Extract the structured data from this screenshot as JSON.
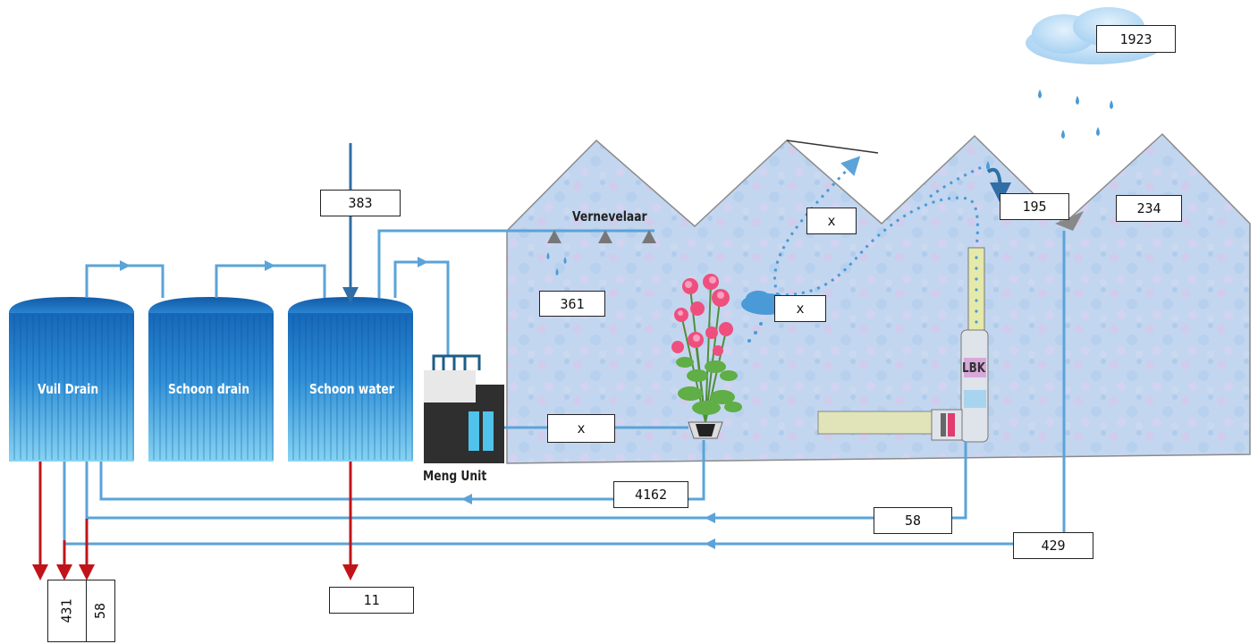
{
  "labels": {
    "vuil_drain": "Vuil Drain",
    "schoon_drain": "Schoon drain",
    "schoon_water": "Schoon water",
    "meng_unit": "Meng Unit",
    "vernevelaar": "Vernevelaar",
    "lbk": "LBK"
  },
  "values": {
    "inflow_383": "383",
    "vernevelaar_361": "361",
    "evap_x1": "x",
    "plant_x2": "x",
    "meng_x3": "x",
    "roof_195": "195",
    "roof_234": "234",
    "rain_1923": "1923",
    "drain_4162": "4162",
    "lbk_58": "58",
    "roof_429": "429",
    "out_431": "431",
    "out_58": "58",
    "out_11": "11"
  },
  "colors": {
    "pipe": "#5ba3d9",
    "pipe_dark": "#2f6fa6",
    "discharge": "#c0141a",
    "tank_top": "#1a6fc0",
    "tank_bottom": "#7fd0f2",
    "greenhouse_fill": "#c5d8ee",
    "greenhouse_outline": "#8a8a8a"
  }
}
